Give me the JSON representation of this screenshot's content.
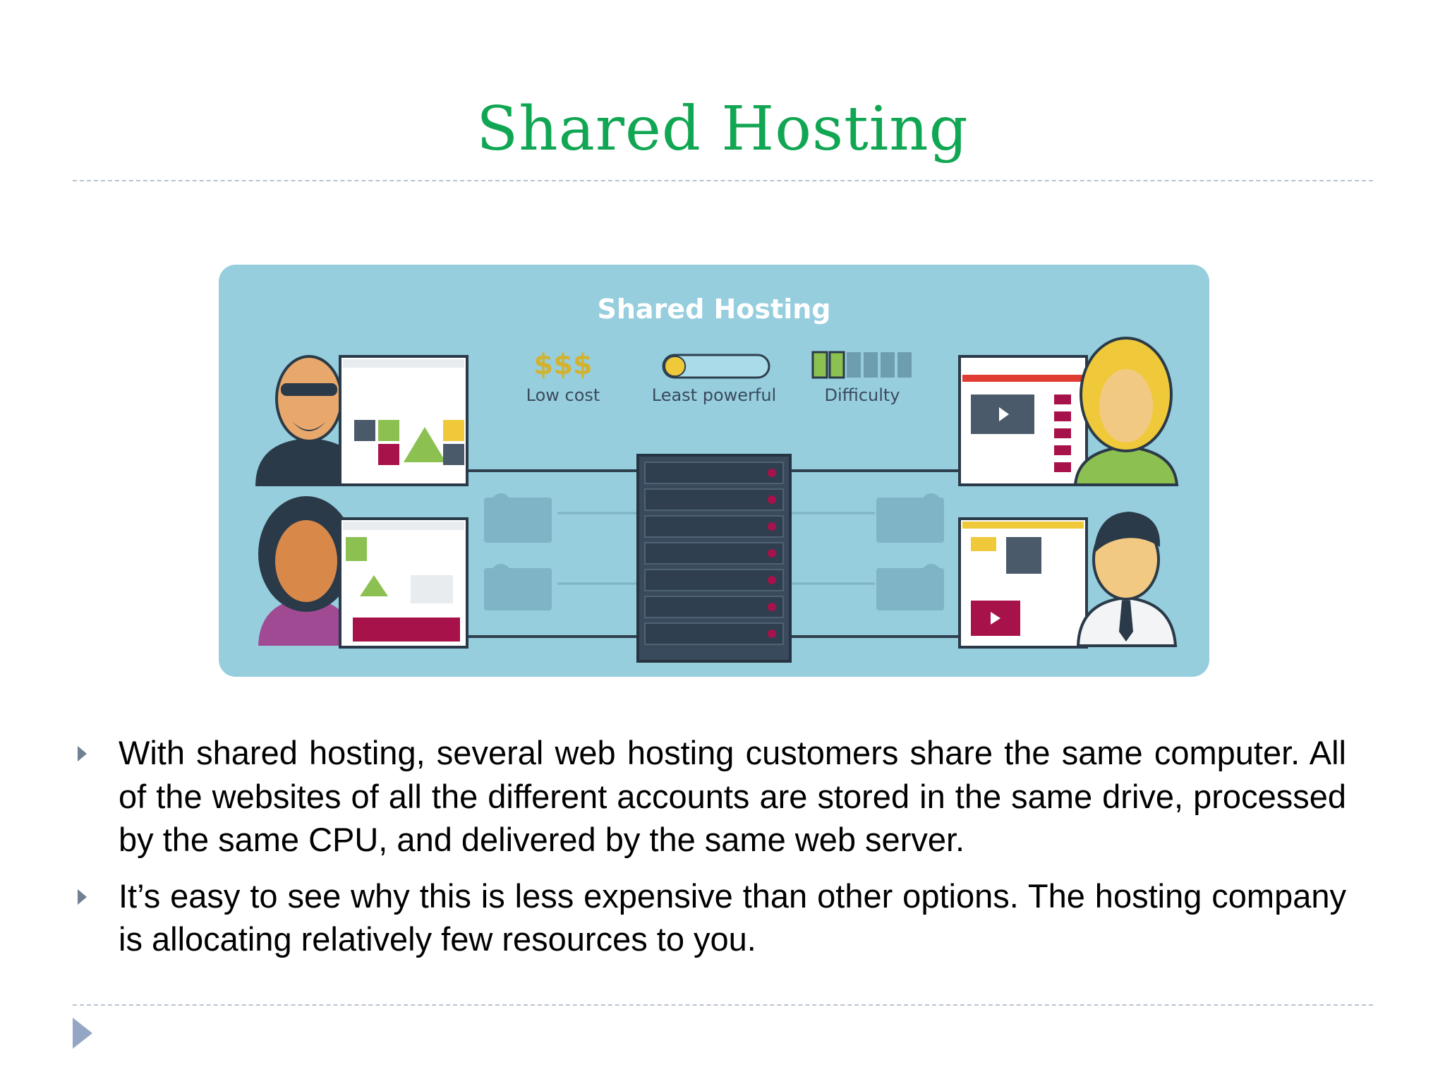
{
  "slide": {
    "title": "Shared Hosting"
  },
  "illustration": {
    "heading": "Shared Hosting",
    "cost_symbol": "$$$",
    "cost_label": "Low cost",
    "power_label": "Least powerful",
    "difficulty_label": "Difficulty",
    "power_level": 0.2,
    "difficulty_level": 0.3,
    "colors": {
      "panel": "#96cede",
      "server": "#384a5c",
      "accent_red": "#a8124a",
      "gold": "#d2b22e"
    }
  },
  "bullets": [
    {
      "text": "With shared hosting, several web hosting customers share the same computer. All of the websites of all the different accounts are stored in the same drive, processed by the same CPU, and delivered by the same web server."
    },
    {
      "text": "It’s easy to see why this is less expensive than other options. The hosting company is allocating relatively few resources to you."
    }
  ]
}
